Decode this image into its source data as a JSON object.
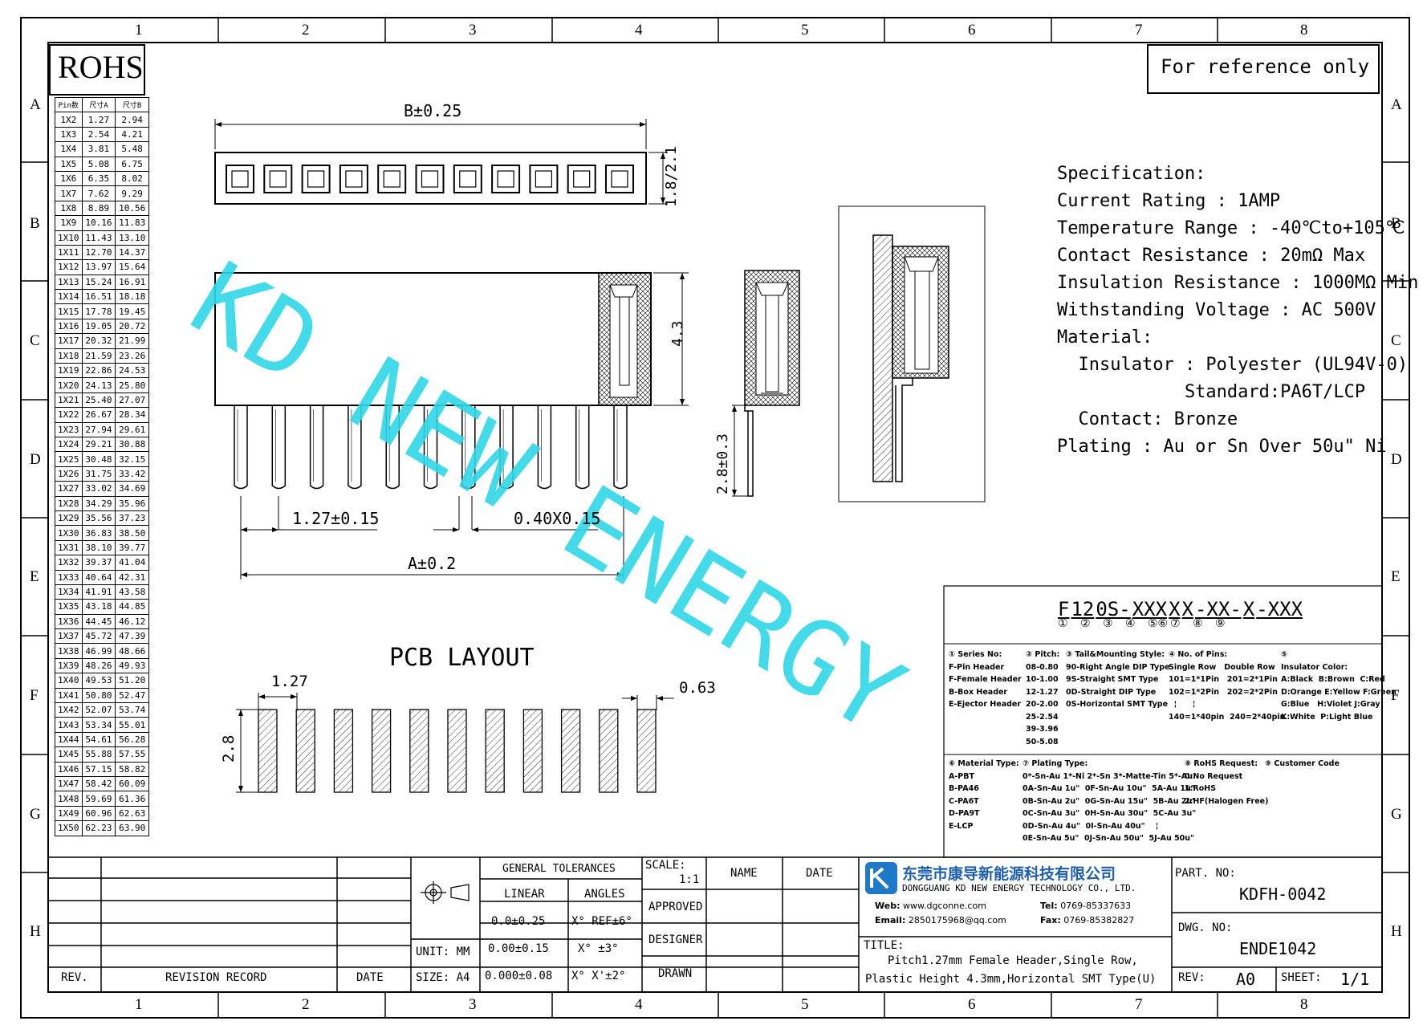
{
  "frame": {
    "col_labels": [
      "1",
      "2",
      "3",
      "4",
      "5",
      "6",
      "7",
      "8"
    ],
    "row_labels": [
      "A",
      "B",
      "C",
      "D",
      "E",
      "F",
      "G",
      "H"
    ]
  },
  "rohs": "ROHS",
  "reference_note": "For reference only",
  "watermark": "KD NEW ENERGY",
  "pin_table": {
    "headers": [
      "Pin数",
      "尺寸A",
      "尺寸B"
    ],
    "rows": [
      [
        "1X2",
        "1.27",
        "2.94"
      ],
      [
        "1X3",
        "2.54",
        "4.21"
      ],
      [
        "1X4",
        "3.81",
        "5.48"
      ],
      [
        "1X5",
        "5.08",
        "6.75"
      ],
      [
        "1X6",
        "6.35",
        "8.02"
      ],
      [
        "1X7",
        "7.62",
        "9.29"
      ],
      [
        "1X8",
        "8.89",
        "10.56"
      ],
      [
        "1X9",
        "10.16",
        "11.83"
      ],
      [
        "1X10",
        "11.43",
        "13.10"
      ],
      [
        "1X11",
        "12.70",
        "14.37"
      ],
      [
        "1X12",
        "13.97",
        "15.64"
      ],
      [
        "1X13",
        "15.24",
        "16.91"
      ],
      [
        "1X14",
        "16.51",
        "18.18"
      ],
      [
        "1X15",
        "17.78",
        "19.45"
      ],
      [
        "1X16",
        "19.05",
        "20.72"
      ],
      [
        "1X17",
        "20.32",
        "21.99"
      ],
      [
        "1X18",
        "21.59",
        "23.26"
      ],
      [
        "1X19",
        "22.86",
        "24.53"
      ],
      [
        "1X20",
        "24.13",
        "25.80"
      ],
      [
        "1X21",
        "25.40",
        "27.07"
      ],
      [
        "1X22",
        "26.67",
        "28.34"
      ],
      [
        "1X23",
        "27.94",
        "29.61"
      ],
      [
        "1X24",
        "29.21",
        "30.88"
      ],
      [
        "1X25",
        "30.48",
        "32.15"
      ],
      [
        "1X26",
        "31.75",
        "33.42"
      ],
      [
        "1X27",
        "33.02",
        "34.69"
      ],
      [
        "1X28",
        "34.29",
        "35.96"
      ],
      [
        "1X29",
        "35.56",
        "37.23"
      ],
      [
        "1X30",
        "36.83",
        "38.50"
      ],
      [
        "1X31",
        "38.10",
        "39.77"
      ],
      [
        "1X32",
        "39.37",
        "41.04"
      ],
      [
        "1X33",
        "40.64",
        "42.31"
      ],
      [
        "1X34",
        "41.91",
        "43.58"
      ],
      [
        "1X35",
        "43.18",
        "44.85"
      ],
      [
        "1X36",
        "44.45",
        "46.12"
      ],
      [
        "1X37",
        "45.72",
        "47.39"
      ],
      [
        "1X38",
        "46.99",
        "48.66"
      ],
      [
        "1X39",
        "48.26",
        "49.93"
      ],
      [
        "1X40",
        "49.53",
        "51.20"
      ],
      [
        "1X41",
        "50.80",
        "52.47"
      ],
      [
        "1X42",
        "52.07",
        "53.74"
      ],
      [
        "1X43",
        "53.34",
        "55.01"
      ],
      [
        "1X44",
        "54.61",
        "56.28"
      ],
      [
        "1X45",
        "55.88",
        "57.55"
      ],
      [
        "1X46",
        "57.15",
        "58.82"
      ],
      [
        "1X47",
        "58.42",
        "60.09"
      ],
      [
        "1X48",
        "59.69",
        "61.36"
      ],
      [
        "1X49",
        "60.96",
        "62.63"
      ],
      [
        "1X50",
        "62.23",
        "63.90"
      ]
    ]
  },
  "dims": {
    "b": "B±0.25",
    "h1": "1.8/2.1",
    "h2": "4.3",
    "pitch": "1.27±0.15",
    "pin": "0.40X0.15",
    "a": "A±0.2",
    "tail": "2.8±0.3",
    "pcb_title": "PCB LAYOUT",
    "pcb_pitch": "1.27",
    "pcb_width": "0.63",
    "pcb_len": "2.8"
  },
  "spec": {
    "lines": [
      "Specification:",
      "Current Rating : 1AMP",
      "Temperature Range : -40℃to+105℃",
      "Contact Resistance : 20mΩ Max",
      "Insulation Resistance : 1000MΩ Min",
      "Withstanding Voltage : AC 500V",
      "Material:",
      "  Insulator : Polyester (UL94V-0)",
      "            Standard:PA6T/LCP",
      "  Contact: Bronze",
      "Plating : Au or Sn Over 50u\" Ni"
    ]
  },
  "part_code": {
    "segments": [
      "F",
      "12",
      "0S-",
      "XXX",
      "X",
      "X",
      "-XX-",
      "X",
      "-XXX"
    ],
    "markers": [
      "①",
      "②",
      "③",
      "④",
      "⑤⑥",
      "⑦",
      "⑧",
      "⑨"
    ]
  },
  "legend": {
    "col1": [
      "① Series No:",
      "F-Pin Header",
      "F-Female Header",
      "B-Box Header",
      "E-Ejector Header"
    ],
    "col2": [
      "② Pitch:",
      "08-0.80",
      "10-1.00",
      "12-1.27",
      "20-2.00",
      "25-2.54",
      "39-3.96",
      "50-5.08"
    ],
    "col3": [
      "③ Tail&Mounting Style:",
      "90-Right Angle DIP Type",
      "9S-Straight SMT Type",
      "0D-Straight DIP Type",
      "0S-Horizontal SMT Type"
    ],
    "col4": [
      "④ No. of Pins:",
      "Single Row   Double Row",
      "101=1*1Pin   201=2*1Pin",
      "102=1*2Pin   202=2*2Pin",
      "  ¦      ¦",
      "140=1*40pin  240=2*40pin"
    ],
    "col5": [
      "⑤",
      "Insulator Color:",
      "A:Black  B:Brown  C:Red",
      "D:Orange E:Yellow F:Green",
      "G:Blue   H:Violet J:Gray",
      "K:White  P:Light Blue"
    ],
    "col6": [
      "⑥ Material Type:",
      "A-PBT",
      "B-PA46",
      "C-PA6T",
      "D-PA9T",
      "E-LCP"
    ],
    "col7": [
      "⑦ Plating Type:",
      "0*-Sn-Au 1*-Ni 2*-Sn 3*-Matte-Tin 5*-Au",
      "0A-Sn-Au 1u\"  0F-Sn-Au 10u\"  5A-Au 1u\"",
      "0B-Sn-Au 2u\"  0G-Sn-Au 15u\"  5B-Au 2u\"",
      "0C-Sn-Au 3u\"  0H-Sn-Au 30u\"  5C-Au 3u\"",
      "0D-Sn-Au 4u\"  0I-Sn-Au 40u\"    ¦",
      "0E-Sn-Au 5u\"  0J-Sn-Au 50u\"  5J-Au 50u\""
    ],
    "col8": [
      "⑧ RoHS Request:",
      "0:No Request",
      "1:RoHS",
      "2:HF(Halogen Free)"
    ],
    "col9": [
      "⑨ Customer Code"
    ]
  },
  "title_block": {
    "rev": "REV.",
    "revision_record": "REVISION RECORD",
    "date": "DATE",
    "general_tolerances": "GENERAL TOLERANCES",
    "linear": "LINEAR",
    "angles": "ANGLES",
    "unit": "UNIT: MM",
    "size": "SIZE: A4",
    "lin1": "0.0±0.25",
    "lin2": "0.00±0.15",
    "lin3": "0.000±0.08",
    "ang1": "X° REF±6°",
    "ang2": "X° ±3°",
    "ang3": "X° X'±2°",
    "scale": "SCALE:",
    "scale_val": "1:1",
    "name": "NAME",
    "date2": "DATE",
    "approved": "APPROVED",
    "designer": "DESIGNER",
    "drawn": "DRAWN",
    "company_cn": "东莞市康导新能源科技有限公司",
    "company_en": "DONGGUANG KD NEW ENERGY TECHNOLOGY CO., LTD.",
    "web_label": "Web:",
    "web": "www.dgconne.com",
    "tel_label": "Tel:",
    "tel": "0769-85337633",
    "email_label": "Email:",
    "email": "2850175968@qq.com",
    "fax_label": "Fax:",
    "fax": "0769-85382827",
    "title_label": "TITLE:",
    "title1": "Pitch1.27mm Female Header,Single Row,",
    "title2": "Plastic Height 4.3mm,Horizontal SMT Type(U)",
    "part_no_label": "PART. NO:",
    "part_no": "KDFH-0042",
    "dwg_no_label": "DWG. NO:",
    "dwg_no": "ENDE1042",
    "rev_label": "REV:",
    "rev_val": "A0",
    "sheet_label": "SHEET:",
    "sheet_val": "1/1"
  }
}
